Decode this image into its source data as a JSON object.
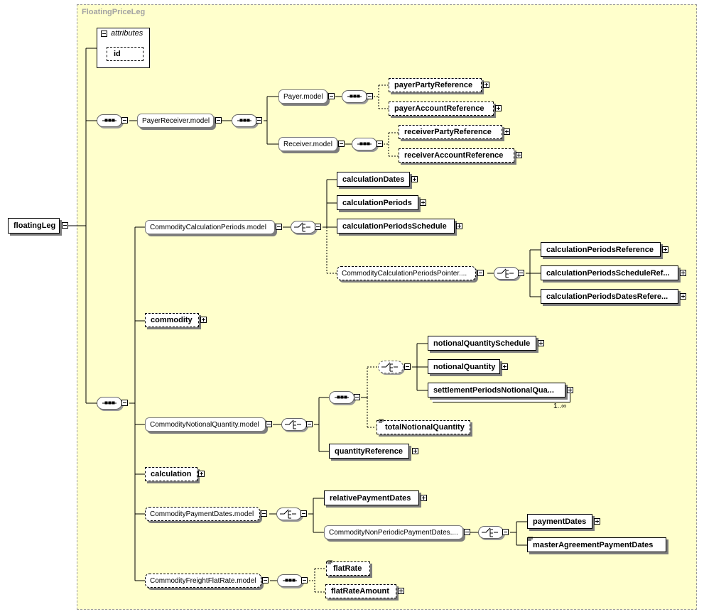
{
  "container": {
    "title": "FloatingPriceLeg"
  },
  "attributes": {
    "header": "attributes",
    "items": [
      "id"
    ]
  },
  "root": {
    "label": "floatingLeg"
  },
  "groups": {
    "payer_receiver": "PayerReceiver.model",
    "payer": "Payer.model",
    "receiver": "Receiver.model",
    "calc_periods": "CommodityCalculationPeriods.model",
    "calc_periods_pointer": "CommodityCalculationPeriodsPointer....",
    "notional_quantity": "CommodityNotionalQuantity.model",
    "payment_dates": "CommodityPaymentDates.model",
    "non_periodic_payment": "CommodityNonPeriodicPaymentDates....",
    "freight_flat_rate": "CommodityFreightFlatRate.model"
  },
  "elements": {
    "payer_party_reference": "payerPartyReference",
    "payer_account_reference": "payerAccountReference",
    "receiver_party_reference": "receiverPartyReference",
    "receiver_account_reference": "receiverAccountReference",
    "calculation_dates": "calculationDates",
    "calculation_periods": "calculationPeriods",
    "calculation_periods_schedule": "calculationPeriodsSchedule",
    "calculation_periods_reference": "calculationPeriodsReference",
    "calculation_periods_schedule_ref": "calculationPeriodsScheduleRef...",
    "calculation_periods_dates_ref": "calculationPeriodsDatesRefere...",
    "commodity": "commodity",
    "notional_quantity_schedule": "notionalQuantitySchedule",
    "notional_quantity": "notionalQuantity",
    "settlement_periods_notional_quantity": "settlementPeriodsNotionalQua...",
    "total_notional_quantity": "totalNotionalQuantity",
    "quantity_reference": "quantityReference",
    "calculation": "calculation",
    "relative_payment_dates": "relativePaymentDates",
    "payment_dates": "paymentDates",
    "master_agreement_payment_dates": "masterAgreementPaymentDates",
    "flat_rate": "flatRate",
    "flat_rate_amount": "flatRateAmount"
  },
  "cardinality": {
    "settlement_periods": "1..∞"
  },
  "colors": {
    "container_fill": "#ffffcc",
    "container_border": "#9b9b9b",
    "title_text": "#a3a3a3",
    "shadow": "#7d7d7d"
  }
}
